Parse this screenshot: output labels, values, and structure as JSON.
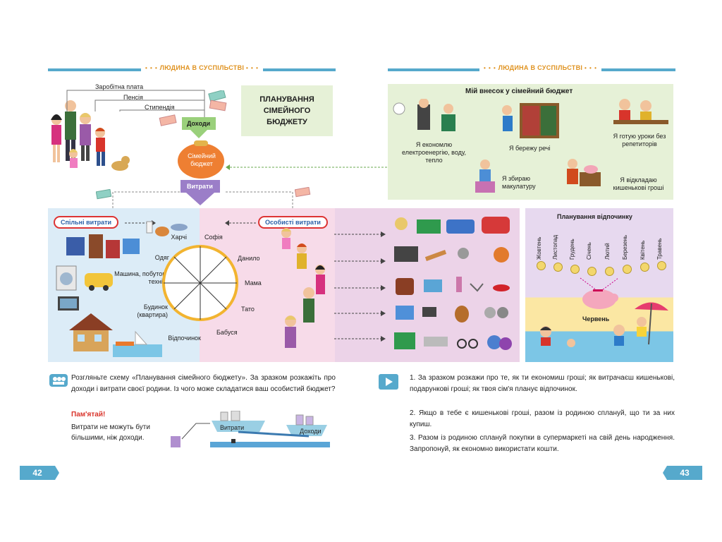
{
  "header": {
    "left_title": "ЛЮДИНА В СУСПІЛЬСТВІ",
    "right_title": "ЛЮДИНА В СУСПІЛЬСТВІ"
  },
  "left_page": {
    "income_sources": [
      "Заробітна плата",
      "Пенсія",
      "Стипендія"
    ],
    "income_label": "Доходи",
    "wallet_label": "Сімейний бюджет",
    "expenses_label": "Витрати",
    "title_box": "ПЛАНУВАННЯ СІМЕЙНОГО БЮДЖЕТУ",
    "common_expenses_tag": "Спільні витрати",
    "personal_expenses_tag": "Особисті витрати",
    "common_items": [
      "Харчі",
      "Одяг",
      "Машина, побутова техніка",
      "Будинок (квартира)",
      "Відпочинок"
    ],
    "family_members": [
      "Софія",
      "Данило",
      "Мама",
      "Тато",
      "Бабуся"
    ],
    "task_text": "Розгляньте схему «Планування сімейного бюджету». За зразком розкажіть про доходи і витрати своєї родини. Із чого може складатися ваш особистий бюджет?",
    "remember_title": "Пам'ятай!",
    "remember_text": "Витрати не можуть бути більшими, ніж доходи.",
    "scale_left": "Витрати",
    "scale_right": "Доходи",
    "page_number": "42"
  },
  "right_page": {
    "contribution_title": "Мій внесок у сімейний бюджет",
    "contributions": [
      "Я економлю електроенергію, воду, тепло",
      "Я бережу речі",
      "Я готую уроки без репетиторів",
      "Я збираю макулатуру",
      "Я відкладаю кишенькові гроші"
    ],
    "vacation_title": "Планування відпочинку",
    "months": [
      "Жовтень",
      "Листопад",
      "Грудень",
      "Січень",
      "Лютий",
      "Березень",
      "Квітень",
      "Травень"
    ],
    "june_label": "Червень",
    "questions": [
      "1. За зразком розкажи про те, як ти економиш гроші; як витрачаєш кишенькові, подарункові гроші; як твоя сім'я планує відпочинок.",
      "2. Якщо в тебе є кишенькові гроші, разом із родиною сплануй, що ти за них купиш.",
      "3. Разом із родиною сплануй покупки в супермаркеті на свій день народження. Запропонуй, як економно використати кошти."
    ],
    "page_number": "43"
  },
  "colors": {
    "header_blue": "#56a9cc",
    "header_orange": "#e09321",
    "green_box": "#e6f1d7",
    "common_panel": "#dcecf7",
    "personal_panel": "#f7dbe9",
    "items_panel": "#ecd3e8",
    "wallet_orange": "#ee7f32",
    "arrow_purple": "#9b7ec8",
    "remember_red": "#d9332a"
  }
}
